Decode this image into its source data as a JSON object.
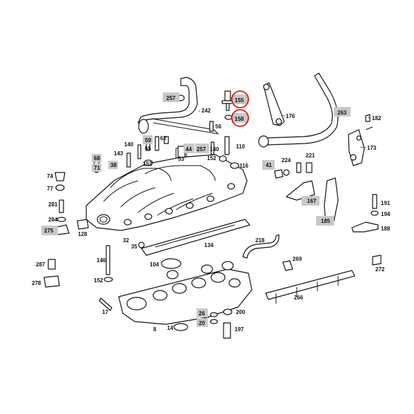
{
  "diagram": {
    "highlight_color": "#c8c8c8",
    "circle_color": "#d21c1c",
    "callouts": {
      "c257a": "257",
      "c155": "155",
      "c242": "242",
      "c158": "158",
      "c176": "176",
      "c263": "263",
      "c182": "182",
      "c56": "56",
      "c62": "62",
      "c59": "59",
      "c65": "65",
      "c44": "44",
      "c257b": "257",
      "c140a": "140",
      "c140b": "140",
      "c110": "110",
      "c143": "143",
      "c53": "53",
      "c68": "68",
      "c71": "71",
      "c38": "38",
      "c152a": "152",
      "c152b": "152",
      "c116": "116",
      "c41": "41",
      "c224": "224",
      "c221": "221",
      "c173": "173",
      "c74": "74",
      "c77": "77",
      "c281": "281",
      "c284": "284",
      "c275": "275",
      "c128": "128",
      "c32": "32",
      "c35": "35",
      "c134": "134",
      "c218": "218",
      "c167": "167",
      "c185": "185",
      "c191": "191",
      "c194": "194",
      "c188": "188",
      "c287": "287",
      "c278": "278",
      "c146": "146",
      "c152c": "152",
      "c104": "104",
      "c269": "269",
      "c272": "272",
      "c266": "266",
      "c17": "17",
      "c26": "26",
      "c20": "20",
      "c200": "200",
      "c197": "197",
      "c8": "8",
      "c14": "14"
    }
  }
}
